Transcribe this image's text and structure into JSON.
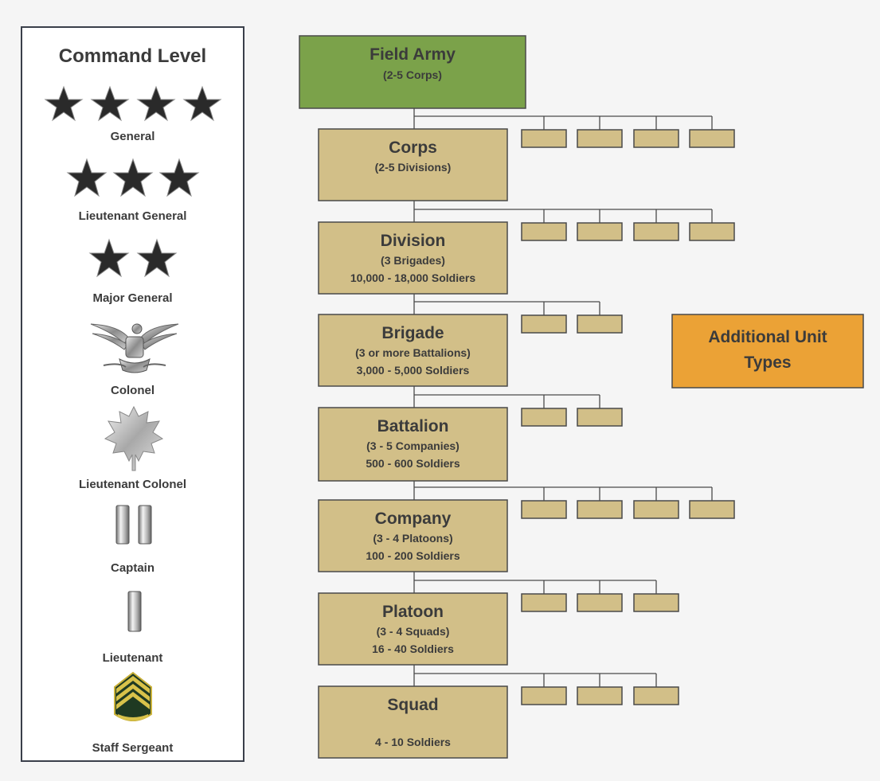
{
  "command_panel": {
    "title": "Command Level",
    "ranks": [
      {
        "label": "General",
        "insignia": "four-stars-icon"
      },
      {
        "label": "Lieutenant General",
        "insignia": "three-stars-icon"
      },
      {
        "label": "Major General",
        "insignia": "two-stars-icon"
      },
      {
        "label": "Colonel",
        "insignia": "eagle-icon"
      },
      {
        "label": "Lieutenant Colonel",
        "insignia": "oak-leaf-icon"
      },
      {
        "label": "Captain",
        "insignia": "two-bars-icon"
      },
      {
        "label": "Lieutenant",
        "insignia": "single-bar-icon"
      },
      {
        "label": "Staff Sergeant",
        "insignia": "chevrons-icon"
      }
    ]
  },
  "units": [
    {
      "name": "Field Army",
      "lines": [
        "(2-5 Corps)"
      ],
      "sub_units": 0
    },
    {
      "name": "Corps",
      "lines": [
        "(2-5 Divisions)"
      ],
      "sub_units": 4
    },
    {
      "name": "Division",
      "lines": [
        "(3 Brigades)",
        "10,000 - 18,000 Soldiers"
      ],
      "sub_units": 4
    },
    {
      "name": "Brigade",
      "lines": [
        "(3 or more Battalions)",
        "3,000 - 5,000 Soldiers"
      ],
      "sub_units": 2
    },
    {
      "name": "Battalion",
      "lines": [
        "(3 - 5 Companies)",
        "500 - 600 Soldiers"
      ],
      "sub_units": 2
    },
    {
      "name": "Company",
      "lines": [
        "(3 - 4 Platoons)",
        "100 - 200 Soldiers"
      ],
      "sub_units": 4
    },
    {
      "name": "Platoon",
      "lines": [
        "(3 - 4 Squads)",
        "16 - 40 Soldiers"
      ],
      "sub_units": 3
    },
    {
      "name": "Squad",
      "lines": [
        "",
        "4 - 10 Soldiers"
      ],
      "sub_units": 3
    }
  ],
  "additional": {
    "lines": [
      "Additional Unit",
      "Types"
    ]
  },
  "colors": {
    "field_army": "#7ba24a",
    "unit": "#d2bf88",
    "additional": "#eba236",
    "border": "#4a4a4a",
    "text": "#3b3b3b"
  }
}
